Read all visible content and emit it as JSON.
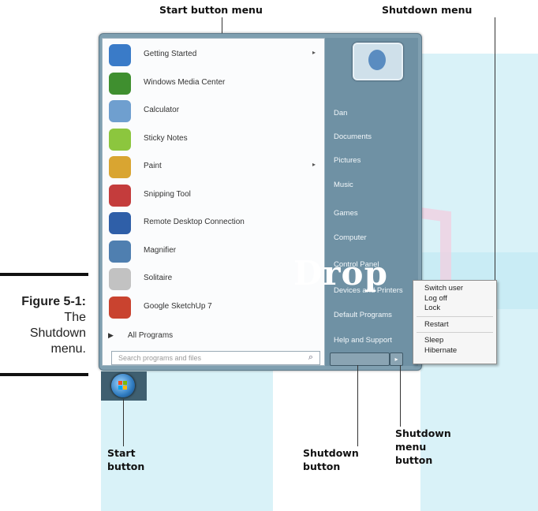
{
  "callouts": {
    "start_menu": "Start button menu",
    "shutdown_menu": "Shutdown menu",
    "start_button": [
      "Start",
      "button"
    ],
    "shutdown_button": [
      "Shutdown",
      "button"
    ],
    "shutdown_menu_button": [
      "Shutdown",
      "menu",
      "button"
    ]
  },
  "caption": {
    "figure": "Figure 5-1:",
    "lines": [
      "The",
      "Shutdown",
      "menu."
    ]
  },
  "watermark": "Drop",
  "start_menu": {
    "programs": [
      {
        "label": "Getting Started",
        "icon": "getting-started-icon",
        "color": "#3a7bc8",
        "submenu": true
      },
      {
        "label": "Windows Media Center",
        "icon": "media-center-icon",
        "color": "#3f8f2f",
        "submenu": false
      },
      {
        "label": "Calculator",
        "icon": "calculator-icon",
        "color": "#6f9fcf",
        "submenu": false
      },
      {
        "label": "Sticky Notes",
        "icon": "sticky-notes-icon",
        "color": "#8cc63e",
        "submenu": false
      },
      {
        "label": "Paint",
        "icon": "paint-icon",
        "color": "#d9a531",
        "submenu": true
      },
      {
        "label": "Snipping Tool",
        "icon": "snipping-tool-icon",
        "color": "#c43c3c",
        "submenu": false
      },
      {
        "label": "Remote Desktop Connection",
        "icon": "remote-desktop-icon",
        "color": "#2f5fa8",
        "submenu": false
      },
      {
        "label": "Magnifier",
        "icon": "magnifier-icon",
        "color": "#4f7fb0",
        "submenu": false
      },
      {
        "label": "Solitaire",
        "icon": "solitaire-icon",
        "color": "#c2c2c2",
        "submenu": false
      },
      {
        "label": "Google SketchUp 7",
        "icon": "sketchup-icon",
        "color": "#c9432f",
        "submenu": false
      }
    ],
    "submenu_arrow": "▸",
    "all_programs": "All Programs",
    "search_placeholder": "Search programs and files",
    "right_items": [
      "Dan",
      "Documents",
      "Pictures",
      "Music",
      "Games",
      "Computer",
      "Control Panel",
      "Devices and Printers",
      "Default Programs",
      "Help and Support"
    ]
  },
  "shutdown_popup": {
    "groups": [
      [
        "Switch user",
        "Log off",
        "Lock"
      ],
      [
        "Restart"
      ],
      [
        "Sleep",
        "Hibernate"
      ]
    ]
  },
  "colors": {
    "right_pane": "#6f91a4",
    "watermark_band": "#c9ecf5",
    "watermark_book": "#f3cfe0"
  }
}
